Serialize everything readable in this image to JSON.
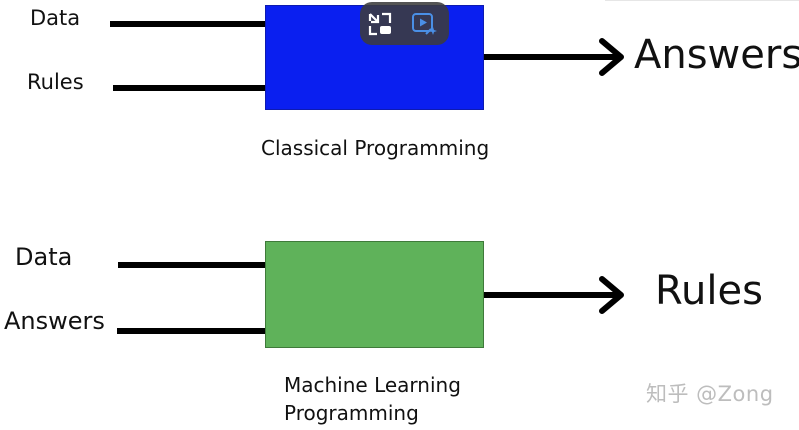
{
  "classical": {
    "inputs": [
      "Data",
      "Rules"
    ],
    "output": "Answers",
    "caption": "Classical Programming",
    "box_color": "#0a1ff0"
  },
  "ml": {
    "inputs": [
      "Data",
      "Answers"
    ],
    "output": "Rules",
    "caption_line1": "Machine Learning",
    "caption_line2": "Programming",
    "box_color": "#5fb25a"
  },
  "overlay": {
    "buttons": [
      {
        "icon": "picture-in-picture-exit-icon"
      },
      {
        "icon": "video-ai-icon"
      }
    ]
  },
  "watermark": "知乎 @Zong"
}
